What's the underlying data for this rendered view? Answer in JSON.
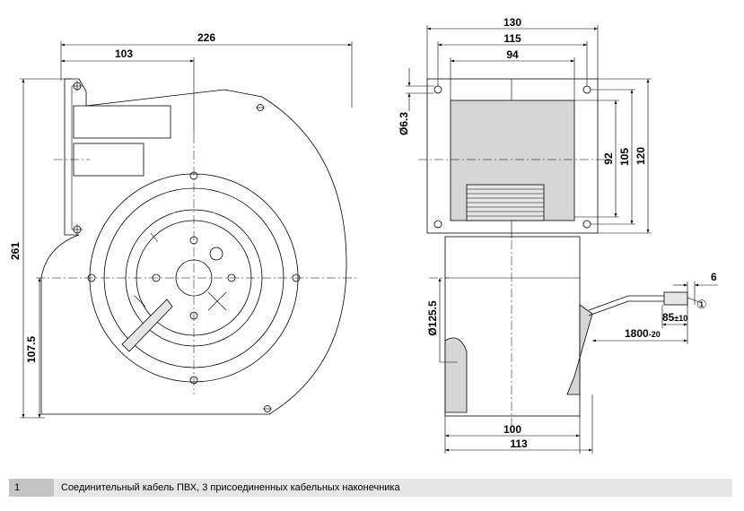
{
  "front_view": {
    "dim_total_width": "226",
    "dim_partial_width": "103",
    "dim_total_height": "261",
    "dim_center_height": "107.5"
  },
  "side_view": {
    "dim_width_130": "130",
    "dim_width_115": "115",
    "dim_width_94": "94",
    "dim_hole_dia": "Ø6.3",
    "dim_height_92": "92",
    "dim_height_105": "105",
    "dim_height_120": "120",
    "dim_outlet_dia": "Ø125.5",
    "dim_cable_6": "6",
    "dim_cable_85": "85",
    "dim_cable_85_tol": "±10",
    "dim_cable_1800": "1800",
    "dim_cable_1800_tol": "-20",
    "dim_width_100": "100",
    "dim_width_113": "113",
    "callout_marker": "①"
  },
  "legend": {
    "number": "1",
    "text": "Соединительный кабель ПВХ, 3 присоединенных кабельных наконечника"
  }
}
